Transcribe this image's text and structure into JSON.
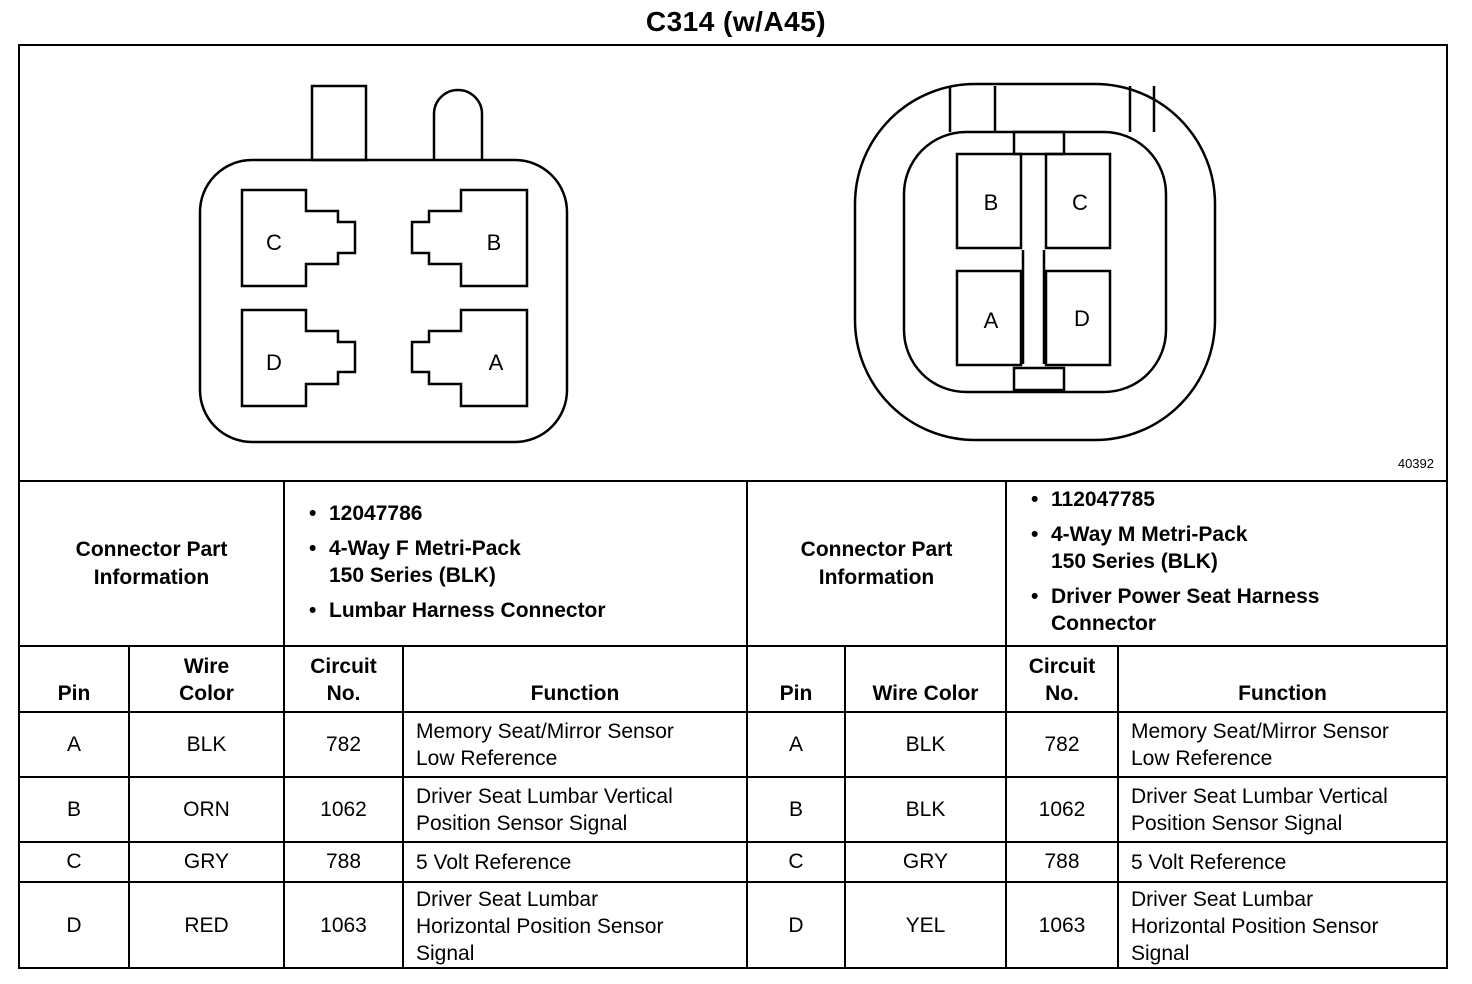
{
  "title": "C314 (w/A45)",
  "figure_number": "40392",
  "female_connector": {
    "pins": {
      "top_left": "C",
      "top_right": "B",
      "bottom_left": "D",
      "bottom_right": "A"
    }
  },
  "male_connector": {
    "pins": {
      "top_left": "B",
      "top_right": "C",
      "bottom_left": "A",
      "bottom_right": "D"
    }
  },
  "left": {
    "cpi_label": "Connector Part\nInformation",
    "cpi_items": [
      "12047786",
      "4-Way F Metri-Pack\n150 Series (BLK)",
      "Lumbar Harness Connector"
    ],
    "headers": {
      "pin": "Pin",
      "wire": "Wire\nColor",
      "circuit": "Circuit\nNo.",
      "function": "Function"
    },
    "rows": [
      {
        "pin": "A",
        "wire": "BLK",
        "circuit": "782",
        "function": "Memory Seat/Mirror Sensor\nLow Reference"
      },
      {
        "pin": "B",
        "wire": "ORN",
        "circuit": "1062",
        "function": "Driver Seat Lumbar Vertical\nPosition Sensor Signal"
      },
      {
        "pin": "C",
        "wire": "GRY",
        "circuit": "788",
        "function": "5 Volt Reference"
      },
      {
        "pin": "D",
        "wire": "RED",
        "circuit": "1063",
        "function": "Driver Seat Lumbar\nHorizontal Position Sensor\nSignal"
      }
    ]
  },
  "right": {
    "cpi_label": "Connector Part\nInformation",
    "cpi_items": [
      "112047785",
      "4-Way M Metri-Pack\n150 Series (BLK)",
      "Driver Power Seat Harness\nConnector"
    ],
    "headers": {
      "pin": "Pin",
      "wire": "Wire Color",
      "circuit": "Circuit\nNo.",
      "function": "Function"
    },
    "rows": [
      {
        "pin": "A",
        "wire": "BLK",
        "circuit": "782",
        "function": "Memory Seat/Mirror Sensor\nLow Reference"
      },
      {
        "pin": "B",
        "wire": "BLK",
        "circuit": "1062",
        "function": "Driver Seat Lumbar Vertical\nPosition Sensor Signal"
      },
      {
        "pin": "C",
        "wire": "GRY",
        "circuit": "788",
        "function": "5 Volt Reference"
      },
      {
        "pin": "D",
        "wire": "YEL",
        "circuit": "1063",
        "function": "Driver Seat Lumbar\nHorizontal Position Sensor\nSignal"
      }
    ]
  }
}
